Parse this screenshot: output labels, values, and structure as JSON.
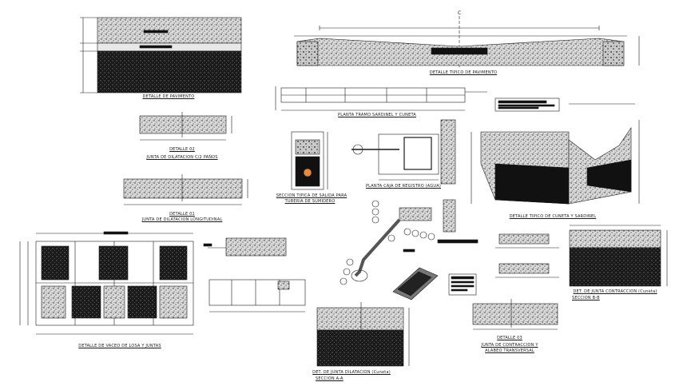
{
  "sheet": {
    "labels": {
      "pavement_detail": "DETALLE DE PAVIMENTO",
      "typical_pavement": "DETALLE TIPICO DE PAVIMENTO",
      "curb_plan": "PLANTA TRAMO SARDINEL Y CUNETA",
      "detail_02_title": "DETALLE 02",
      "detail_02_sub": "JUNTA DE DILATACION C/2 PAÑOS",
      "detail_01_title": "DETALLE 01",
      "detail_01_sub": "JUNTA DE DILATACION LONGITUDINAL",
      "drain_section_1": "SECCION TIPICA DE SALIDA PARA",
      "drain_section_2": "TUBERIA DE SUMIDERO",
      "register_box": "PLANTA CAJA DE REGISTRO (AGUA)",
      "gutter_typical": "DETALLE TIPICO DE CUNETA Y SARDINEL",
      "slab_detail": "DETALLE DE VACEO DE LOSA Y JUNTAS",
      "contraction_joint_1": "DET. DE JUNTA CONTRACCION (Cuneta)",
      "contraction_joint_2": "SECCION B-B",
      "detail_03_title": "DETALLE 03",
      "detail_03_sub1": "JUNTA DE CONTRACCION Y",
      "detail_03_sub2": "ALABEO TRANSVERSAL",
      "dilation_joint_1": "DET. DE JUNTA DILATACION (Cuneta)",
      "dilation_joint_2": "SECCION A-A",
      "axis_mark": "C"
    },
    "colors": {
      "line": "#1a1a1a",
      "hatch_light": "#b5b5b5",
      "hatch_dark": "#151515",
      "paper": "#ffffff"
    }
  }
}
